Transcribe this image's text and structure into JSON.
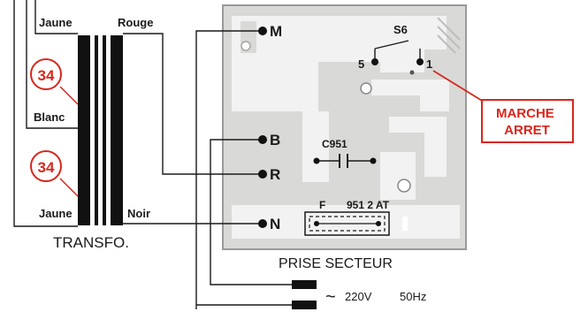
{
  "transformer": {
    "title": "TRANSFO.",
    "wire_labels": {
      "top_left": "Jaune",
      "top_right": "Rouge",
      "middle_left": "Blanc",
      "bottom_left": "Jaune",
      "bottom_right": "Noir"
    },
    "callouts": [
      "34",
      "34"
    ]
  },
  "board": {
    "title": "PRISE SECTEUR",
    "terminals": [
      "M",
      "B",
      "R",
      "N"
    ],
    "switch": {
      "ref": "S6",
      "pin_left": "5",
      "pin_right": "1"
    },
    "capacitor": "C951",
    "fuse": {
      "ref": "F",
      "value": "951 2 AT"
    },
    "power_label": "MARCHE\nARRET"
  },
  "mains": {
    "label": "220V",
    "frequency": "50Hz",
    "symbol": "~"
  },
  "colors": {
    "accent_red": "#d9261c",
    "board": "#d9d9d7",
    "track": "#f2f2f2",
    "ink": "#1a1a1a"
  }
}
